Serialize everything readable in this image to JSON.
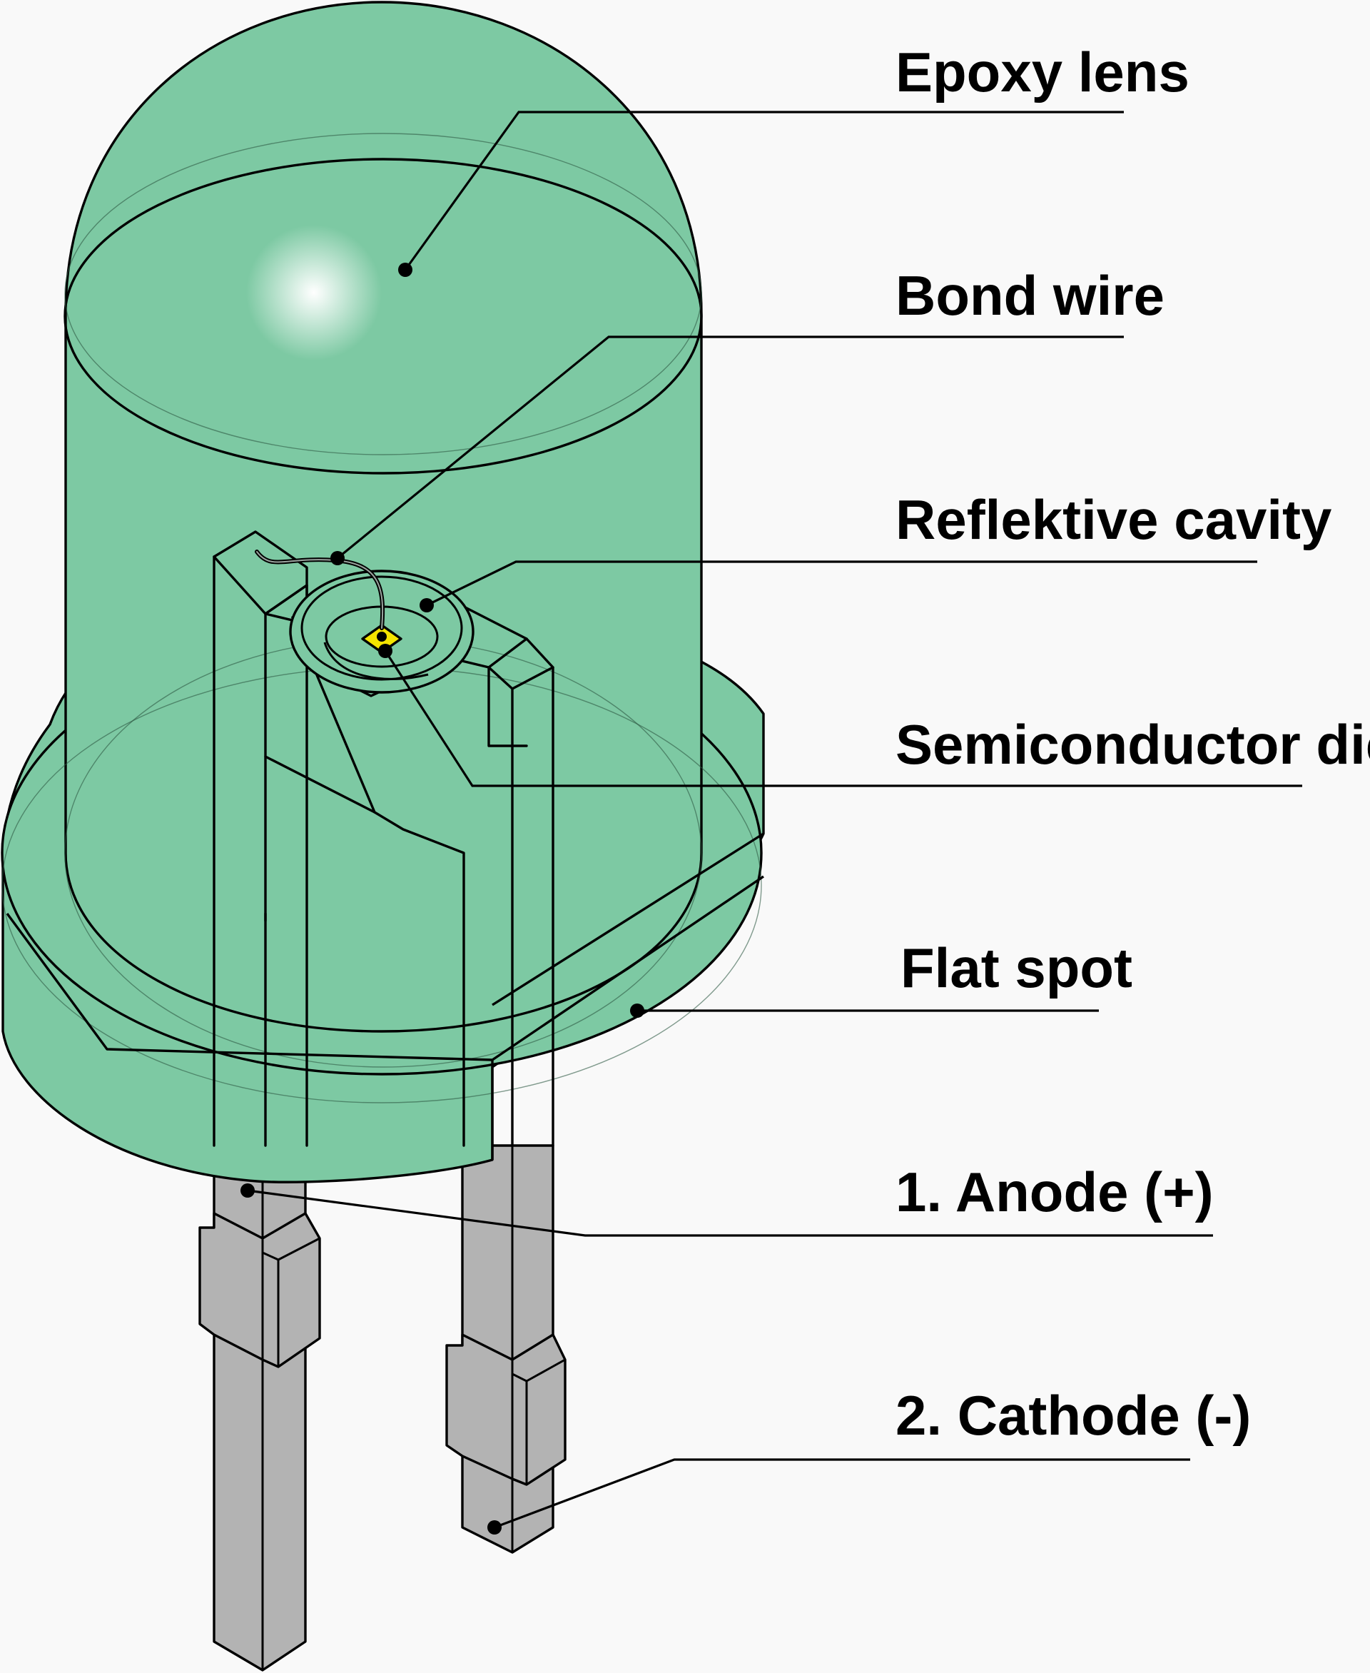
{
  "labels": {
    "epoxy_lens": "Epoxy lens",
    "bond_wire": "Bond wire",
    "reflective_cavity": "Reflektive cavity",
    "semiconductor_die": "Semiconductor die",
    "flat_spot": "Flat spot",
    "anode": "1. Anode (+)",
    "cathode": "2. Cathode (-)"
  },
  "colors": {
    "background": "#f9f9f9",
    "epoxy": "#7dc9a3",
    "lead": "#b3b3b3",
    "die": "#f5e400",
    "outline": "#000000"
  }
}
